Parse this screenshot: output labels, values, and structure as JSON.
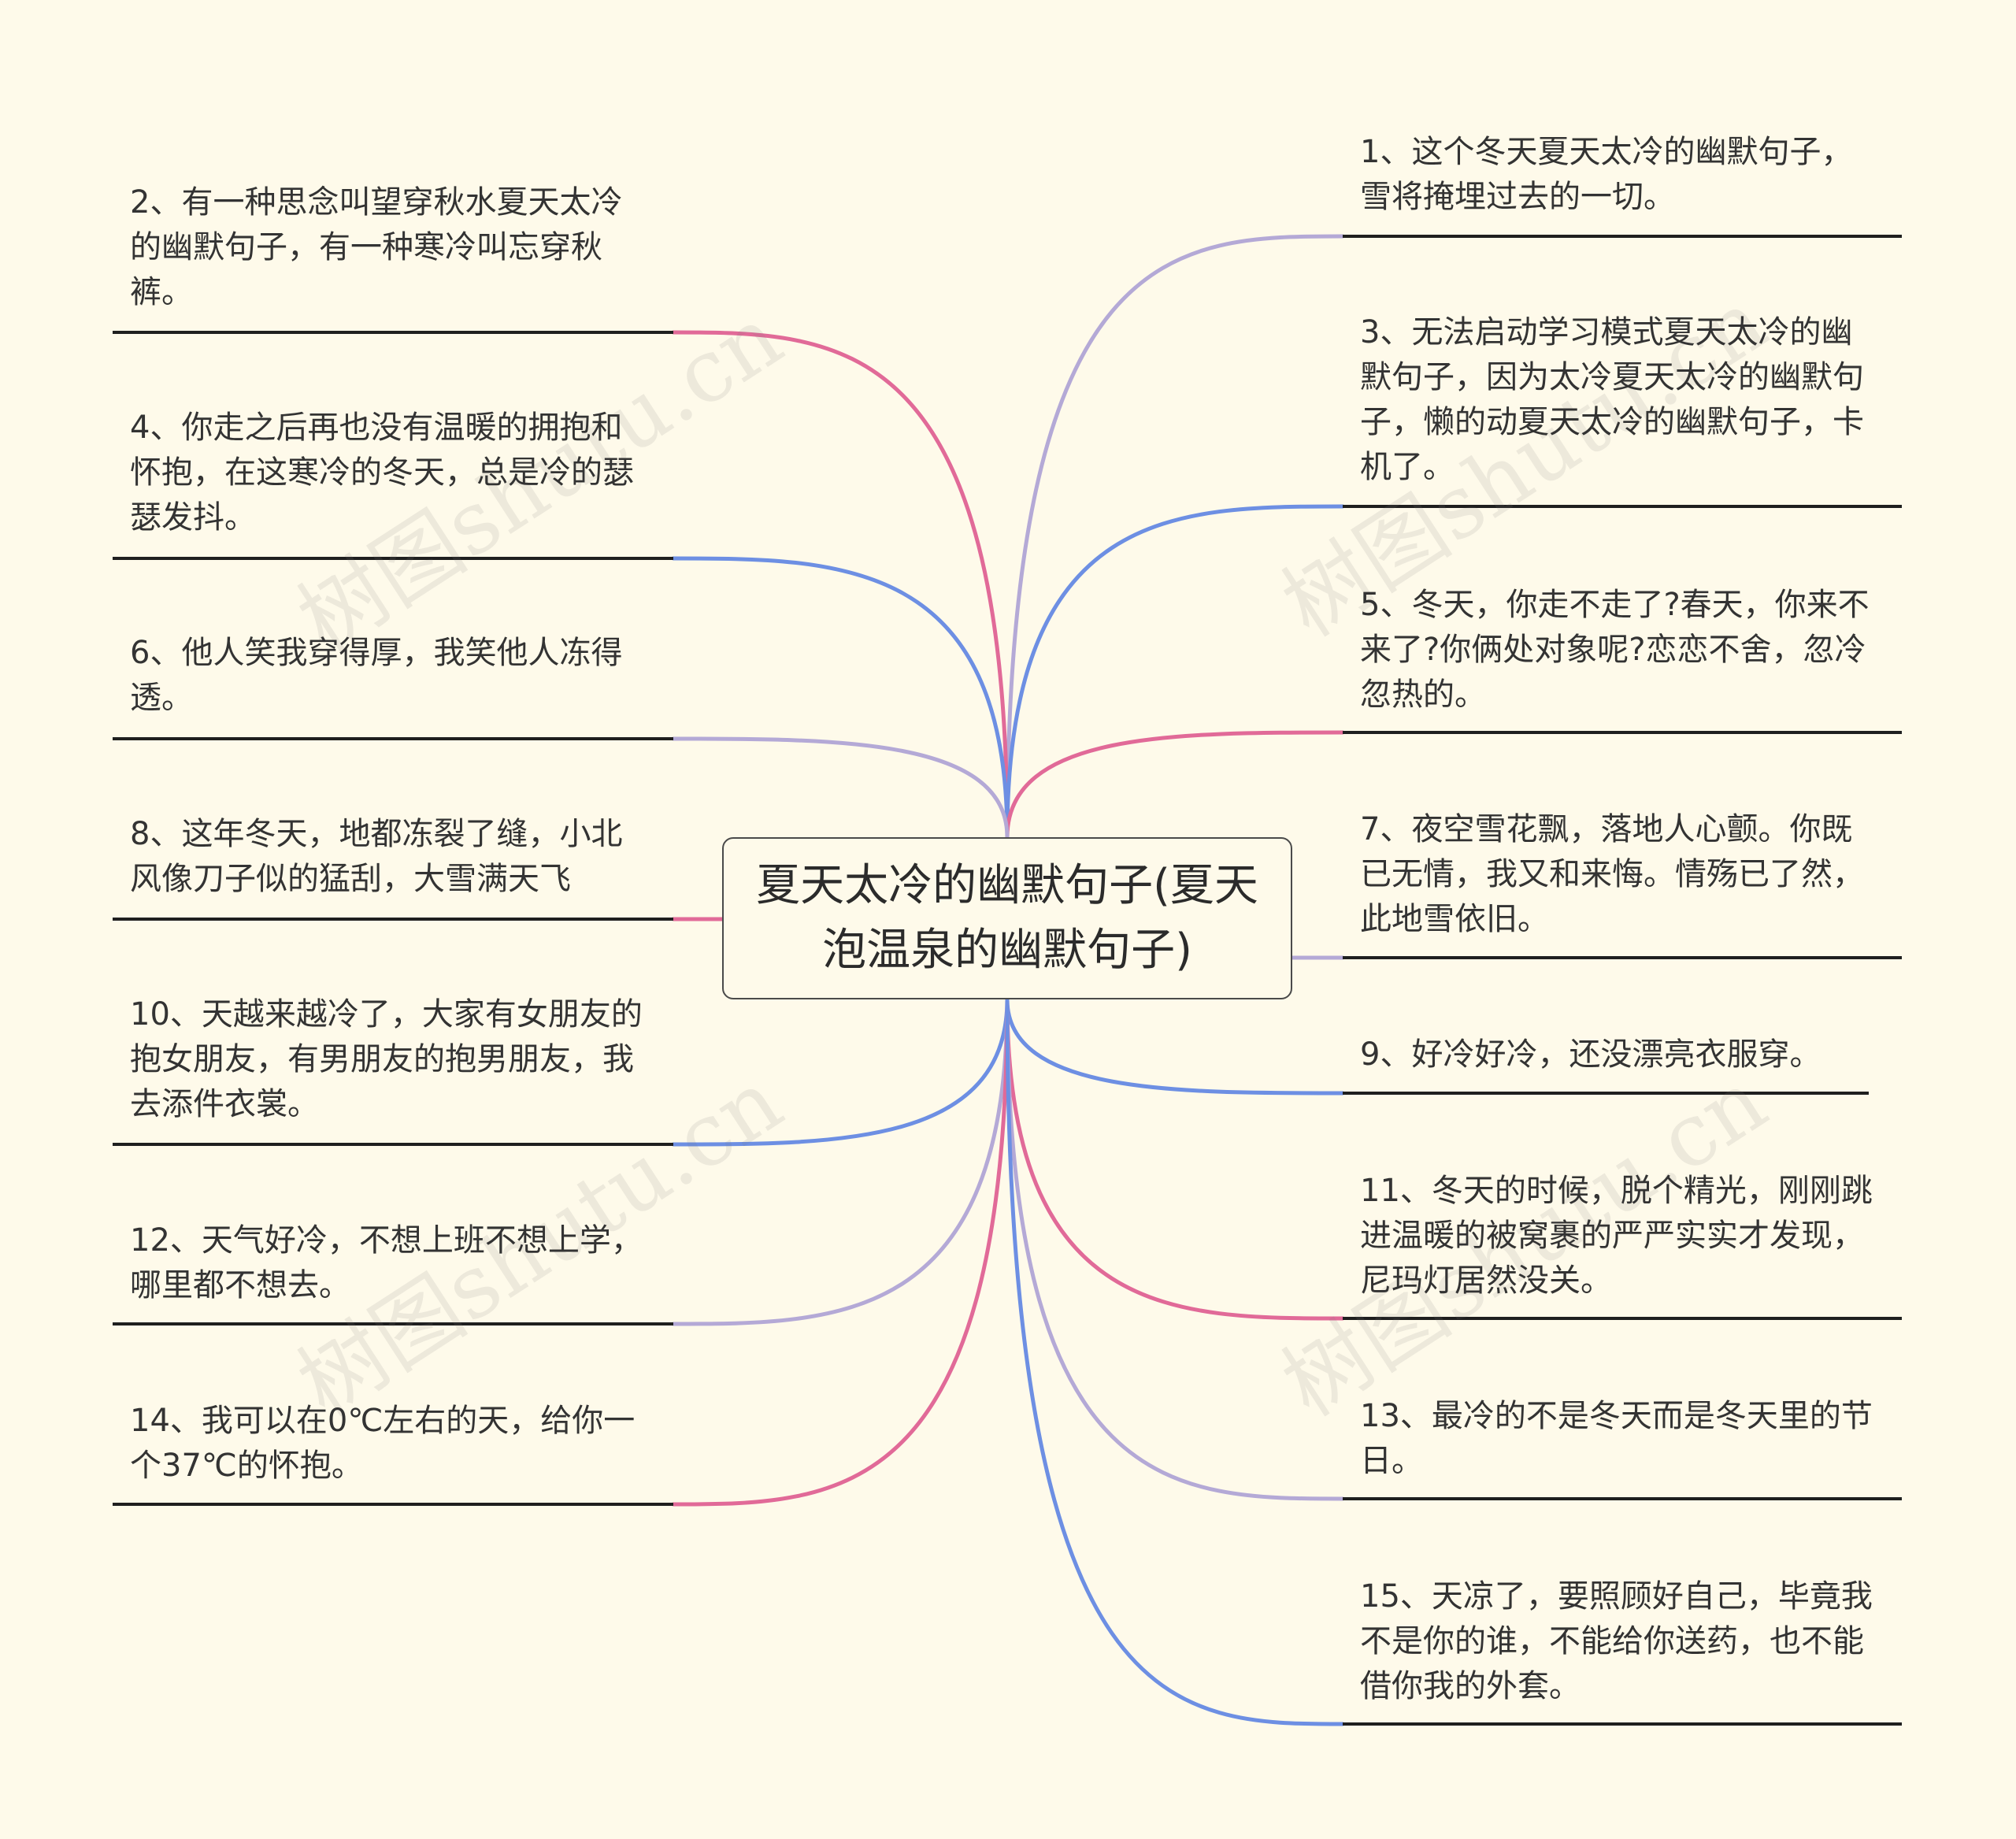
{
  "watermark": "树图shutu.cn",
  "center": {
    "title": "夏天太冷的幽默句子(夏天泡温泉的幽默句子)"
  },
  "colors": {
    "pink": "#e16a98",
    "blue": "#6d8fe3",
    "lavender": "#b4a9d6"
  },
  "items": [
    {
      "id": 1,
      "side": "right",
      "color": "lavender",
      "text": "1、这个冬天夏天太冷的幽默句子，雪将掩埋过去的一切。"
    },
    {
      "id": 2,
      "side": "left",
      "color": "pink",
      "text": "2、有一种思念叫望穿秋水夏天太冷的幽默句子，有一种寒冷叫忘穿秋裤。"
    },
    {
      "id": 3,
      "side": "right",
      "color": "blue",
      "text": "3、无法启动学习模式夏天太冷的幽默句子，因为太冷夏天太冷的幽默句子，懒的动夏天太冷的幽默句子，卡机了。"
    },
    {
      "id": 4,
      "side": "left",
      "color": "blue",
      "text": "4、你走之后再也没有温暖的拥抱和怀抱，在这寒冷的冬天，总是冷的瑟瑟发抖。"
    },
    {
      "id": 5,
      "side": "right",
      "color": "pink",
      "text": "5、冬天，你走不走了?春天，你来不来了?你俩处对象呢?恋恋不舍，忽冷忽热的。"
    },
    {
      "id": 6,
      "side": "left",
      "color": "lavender",
      "text": "6、他人笑我穿得厚，我笑他人冻得透。"
    },
    {
      "id": 7,
      "side": "right",
      "color": "lavender",
      "text": "7、夜空雪花飘，落地人心颤。你既已无情，我又和来悔。情殇已了然，此地雪依旧。"
    },
    {
      "id": 8,
      "side": "left",
      "color": "pink",
      "text": "8、这年冬天，地都冻裂了缝，小北风像刀子似的猛刮，大雪满天飞"
    },
    {
      "id": 9,
      "side": "right",
      "color": "blue",
      "text": "9、好冷好冷，还没漂亮衣服穿。"
    },
    {
      "id": 10,
      "side": "left",
      "color": "blue",
      "text": "10、天越来越冷了，大家有女朋友的抱女朋友，有男朋友的抱男朋友，我去添件衣裳。"
    },
    {
      "id": 11,
      "side": "right",
      "color": "pink",
      "text": "11、冬天的时候，脱个精光，刚刚跳进温暖的被窝裹的严严实实才发现，尼玛灯居然没关。"
    },
    {
      "id": 12,
      "side": "left",
      "color": "lavender",
      "text": "12、天气好冷，不想上班不想上学，哪里都不想去。"
    },
    {
      "id": 13,
      "side": "right",
      "color": "lavender",
      "text": "13、最冷的不是冬天而是冬天里的节日。"
    },
    {
      "id": 14,
      "side": "left",
      "color": "pink",
      "text": "14、我可以在0℃左右的天，给你一个37℃的怀抱。"
    },
    {
      "id": 15,
      "side": "right",
      "color": "blue",
      "text": "15、天凉了，要照顾好自己，毕竟我不是你的谁，不能给你送药，也不能借你我的外套。"
    }
  ]
}
